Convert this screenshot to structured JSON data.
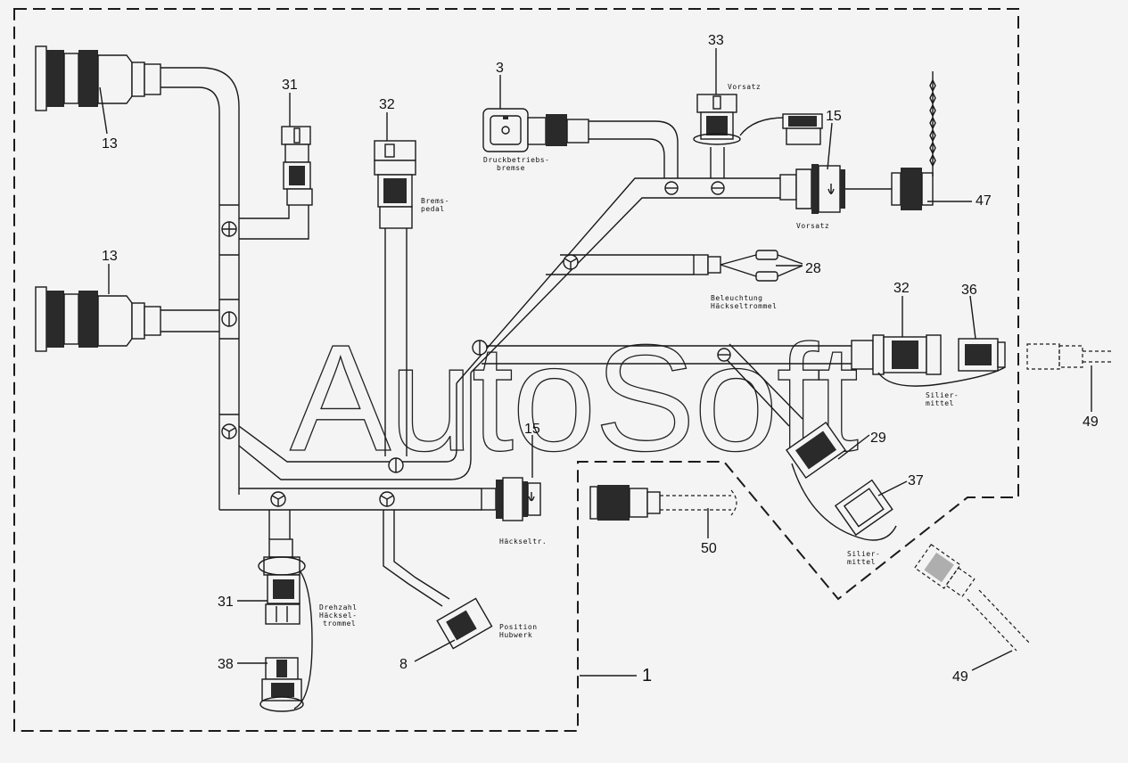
{
  "watermark": "AutoSoft",
  "callouts": {
    "c13a": "13",
    "c13b": "13",
    "c31a": "31",
    "c31b": "31",
    "c32a": "32",
    "c32b": "32",
    "c3": "3",
    "c33": "33",
    "c15a": "15",
    "c15b": "15",
    "c47": "47",
    "c28": "28",
    "c36": "36",
    "c29": "29",
    "c37": "37",
    "c49a": "49",
    "c49b": "49",
    "c50": "50",
    "c8": "8",
    "c38": "38",
    "c1": "1"
  },
  "labels": {
    "druck1": "Druckbetriebs-",
    "druck2": "bremse",
    "brems1": "Brems-",
    "brems2": "pedal",
    "vorsatz_top": "Vorsatz",
    "vorsatz_mid": "Vorsatz",
    "beleucht1": "Beleuchtung",
    "beleucht2": "Häckseltrommel",
    "silier_a1": "Silier-",
    "silier_a2": "mittel",
    "silier_b1": "Silier-",
    "silier_b2": "mittel",
    "haeckseltr": "Häckseltr.",
    "position1": "Position",
    "position2": "Hubwerk",
    "drehzahl1": "Drehzahl",
    "drehzahl2": "Häcksel-",
    "drehzahl3": "trommel"
  }
}
